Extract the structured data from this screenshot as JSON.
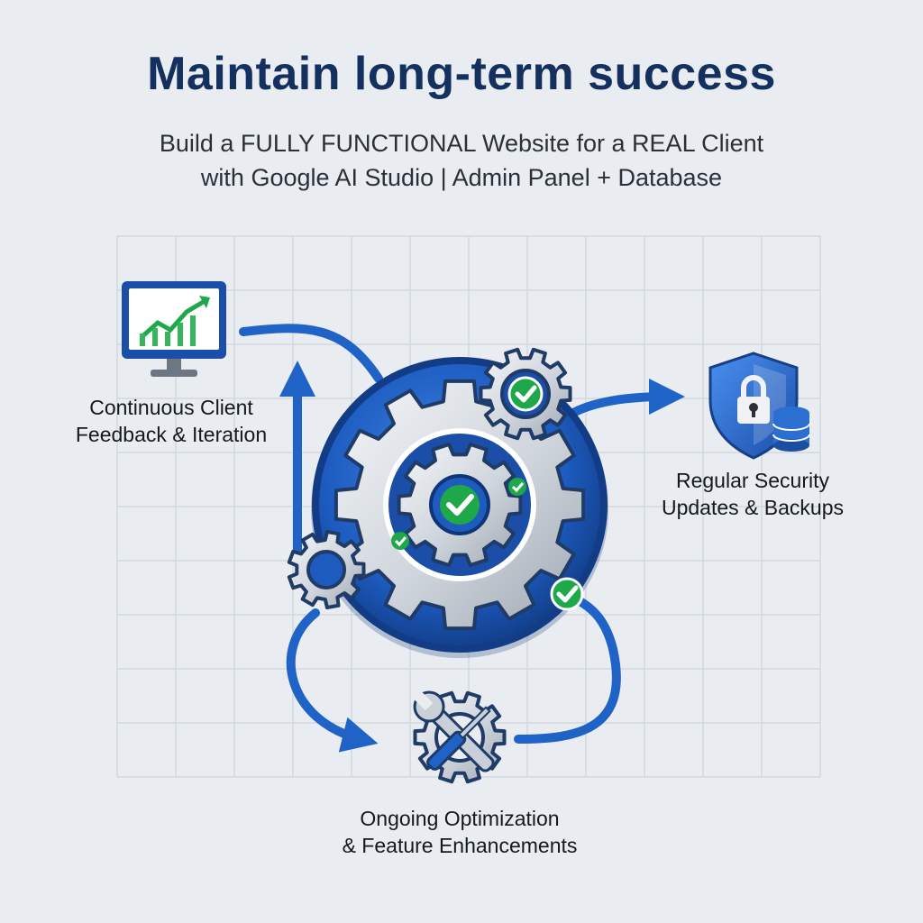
{
  "header": {
    "title": "Maintain long-term success",
    "subtitle_line1": "Build a FULLY FUNCTIONAL Website for a REAL Client",
    "subtitle_line2": "with Google AI Studio | Admin Panel + Database"
  },
  "nodes": {
    "feedback": {
      "line1": "Continuous Client",
      "line2": "Feedback & Iteration",
      "icon": "monitor-chart-icon"
    },
    "security": {
      "line1": "Regular Security",
      "line2": "Updates & Backups",
      "icon": "shield-lock-database-icon"
    },
    "optimization": {
      "line1": "Ongoing Optimization",
      "line2": "& Feature Enhancements",
      "icon": "wrench-screwdriver-gear-icon"
    },
    "center": {
      "icon": "gear-cycle-icon"
    }
  },
  "colors": {
    "title": "#13305e",
    "accent_blue": "#1f63c6",
    "dark_blue": "#163f86",
    "check_green": "#1fa84a",
    "gear_silver": "#d8dde3",
    "grid": "#d3d8df"
  }
}
